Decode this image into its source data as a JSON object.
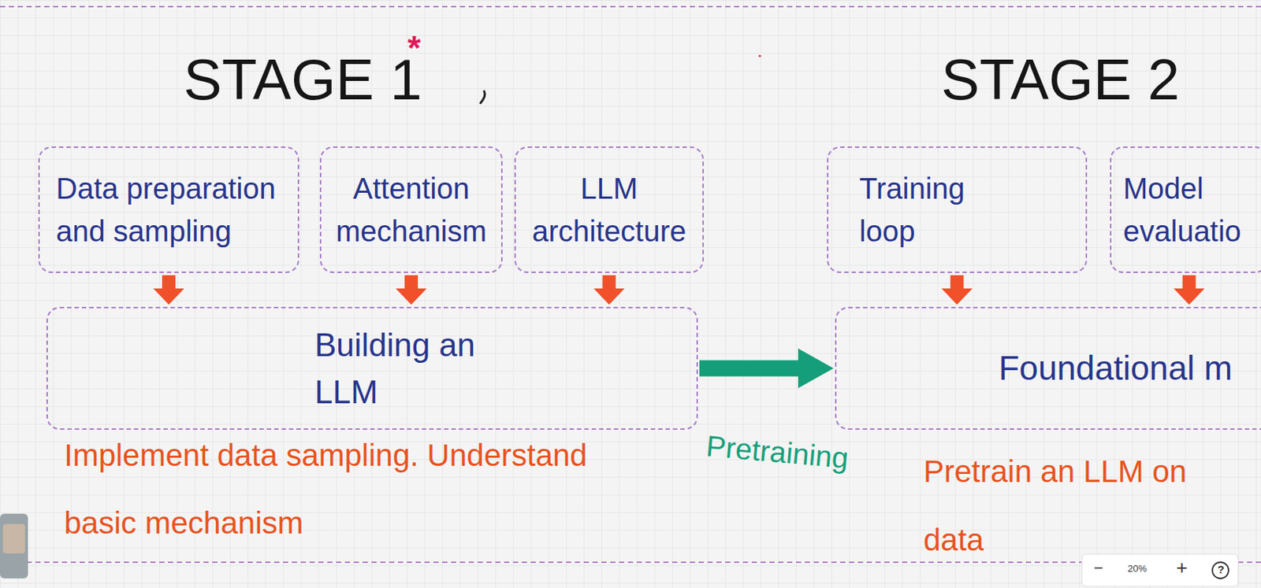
{
  "diagram": {
    "nodes": [
      {
        "text": [
          "Data preparation and sampling"
        ]
      },
      {
        "text": [
          "Attention mechanism"
        ]
      },
      {
        "text": [
          "LLM architecture"
        ]
      },
      {
        "text": [
          "Building an LLM"
        ]
      },
      {
        "text": [
          "Training loop"
        ]
      },
      {
        "text": [
          "Model evaluatio"
        ]
      },
      {
        "text": [
          "Foundational m"
        ]
      }
    ],
    "edges": [
      {
        "from": 0,
        "to": 3,
        "arrow": "to"
      },
      {
        "from": 1,
        "to": 3,
        "arrow": "to"
      },
      {
        "from": 2,
        "to": 3,
        "arrow": "to"
      },
      {
        "from": 4,
        "to": 6,
        "arrow": "to"
      },
      {
        "from": 5,
        "to": 6,
        "arrow": "to"
      },
      {
        "from": 3,
        "to": 6,
        "label": "Pretraining",
        "arrow": "to"
      }
    ],
    "labels": [
      "STAGE 1",
      "*",
      "STAGE 2",
      "Implement data sampling. Understand basic mechanism",
      "Pretrain an LLM on data",
      "−",
      "20%",
      "+",
      "?"
    ]
  }
}
